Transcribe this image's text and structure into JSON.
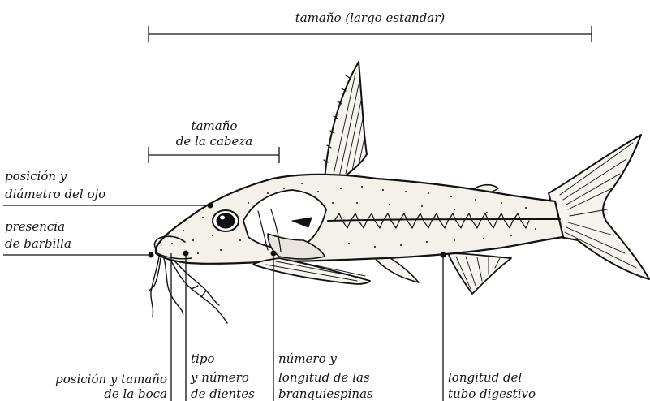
{
  "labels": {
    "size": "tamaño (largo estandar)",
    "head_size": [
      "tamaño",
      "de la cabeza"
    ],
    "eye": [
      "posición y",
      "diámetro del ojo"
    ],
    "barbel": [
      "presencia",
      "de barbilla"
    ],
    "mouth": [
      "posición y tamaño",
      "de la boca"
    ],
    "teeth": [
      "tipo",
      "y número",
      "de dientes"
    ],
    "gill_rakers": [
      "número y",
      "longitud de las",
      "branquiespinas"
    ],
    "gut": [
      "longitud del",
      "tubo digestivo"
    ]
  },
  "colors": {
    "ink": "#111111",
    "background": "#ffffff",
    "fill": "#f4f1ea"
  }
}
